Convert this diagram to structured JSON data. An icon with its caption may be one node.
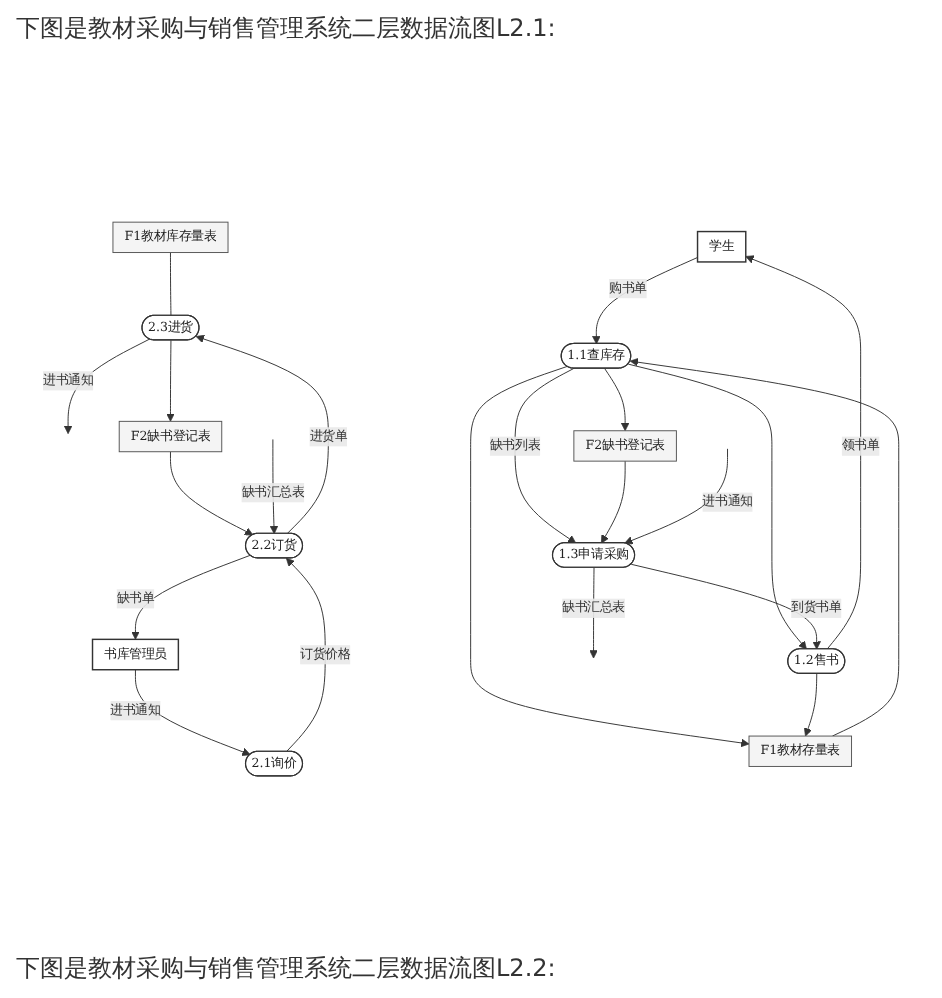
{
  "diagram": {
    "title": "下图是教材采购与销售管理系统二层数据流图L2.1:",
    "nodes": [
      {
        "text": [
          "学生"
        ]
      },
      {
        "text": [
          "1.1查库存"
        ]
      },
      {
        "text": [
          "F2缺书登记表"
        ]
      },
      {
        "text": [
          "1.3申请采购"
        ]
      },
      {
        "text": [
          "F1教材存量表"
        ]
      },
      {
        "text": [
          "1.2售书"
        ]
      },
      {
        "text": [
          "F1教材库存量表"
        ]
      },
      {
        "text": [
          "2.3进货"
        ]
      },
      {
        "text": [
          "F2缺书登记表"
        ]
      },
      {
        "text": [
          "2.2订货"
        ]
      },
      {
        "text": [
          "书库管理员"
        ]
      },
      {
        "text": [
          "2.1询价"
        ]
      }
    ],
    "edges": [
      {
        "from": 0,
        "to": 1,
        "arrow": "to",
        "label": "购书单"
      },
      {
        "from": 1,
        "to": 2,
        "arrow": "to"
      },
      {
        "from": 1,
        "to": 3,
        "arrow": "to",
        "label": "缺书列表"
      },
      {
        "from": 2,
        "to": 3,
        "arrow": "to"
      },
      {
        "from": 4,
        "to": 1,
        "arrow": "to"
      },
      {
        "from": 1,
        "to": 4,
        "arrow": "to"
      },
      {
        "from": 1,
        "to": 5,
        "arrow": "to"
      },
      {
        "from": 5,
        "to": 4,
        "arrow": "to"
      },
      {
        "from": 5,
        "to": 0,
        "arrow": "to",
        "label": "领书单"
      },
      {
        "from": 3,
        "to": 5,
        "arrow": "to",
        "label": "到货书单"
      },
      {
        "from": 3,
        "to": null,
        "arrow": "to",
        "label": "缺书汇总表"
      },
      {
        "from": null,
        "to": 3,
        "arrow": "to",
        "label": "进书通知"
      },
      {
        "from": 6,
        "to": 7,
        "arrow": "none"
      },
      {
        "from": 7,
        "to": null,
        "arrow": "to",
        "label": "进书通知"
      },
      {
        "from": 7,
        "to": 8,
        "arrow": "to"
      },
      {
        "from": 9,
        "to": 7,
        "arrow": "to",
        "label": "进货单"
      },
      {
        "from": 8,
        "to": 9,
        "arrow": "to"
      },
      {
        "from": null,
        "to": 9,
        "arrow": "to",
        "label": "缺书汇总表"
      },
      {
        "from": 9,
        "to": 10,
        "arrow": "to",
        "label": "缺书单"
      },
      {
        "from": 10,
        "to": 11,
        "arrow": "to",
        "label": "进书通知"
      },
      {
        "from": 11,
        "to": 9,
        "arrow": "to",
        "label": "订货价格"
      }
    ],
    "labels": [
      "下图是教材采购与销售管理系统二层数据流图L2.2:"
    ]
  }
}
